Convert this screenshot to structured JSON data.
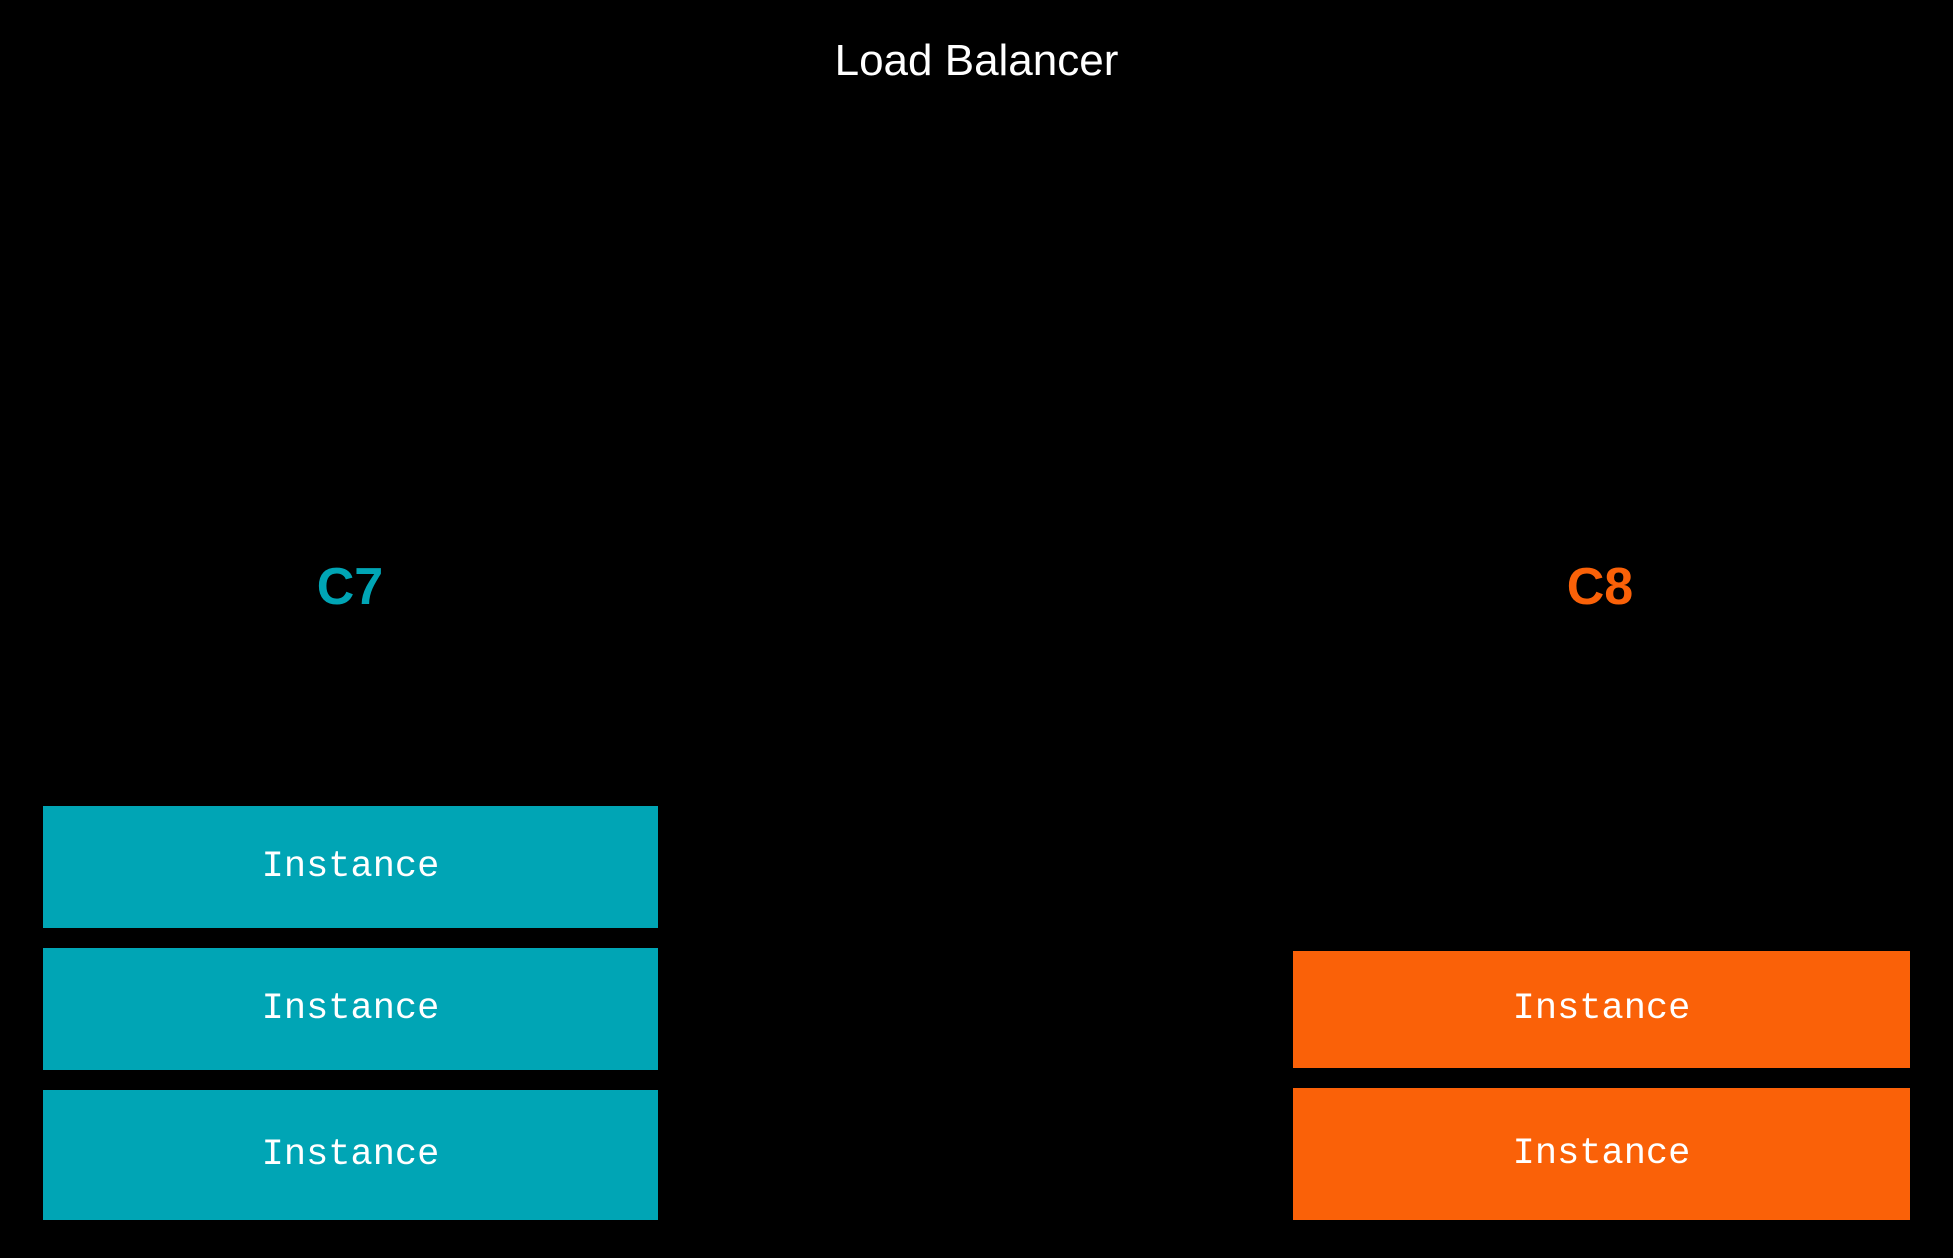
{
  "diagram": {
    "title": "Load Balancer",
    "background_color": "#000000",
    "title_color": "#ffffff"
  },
  "colors": {
    "teal": "#00a5b5",
    "orange": "#fa6108",
    "label_text": "#ffffff",
    "background": "#000000"
  },
  "clusters": [
    {
      "id": "c7",
      "label": "C7",
      "color": "#00a5b5",
      "instances": [
        {
          "label": "Instance"
        },
        {
          "label": "Instance"
        },
        {
          "label": "Instance"
        }
      ]
    },
    {
      "id": "c8",
      "label": "C8",
      "color": "#fa6108",
      "instances": [
        {
          "label": "Instance"
        },
        {
          "label": "Instance"
        }
      ]
    }
  ]
}
